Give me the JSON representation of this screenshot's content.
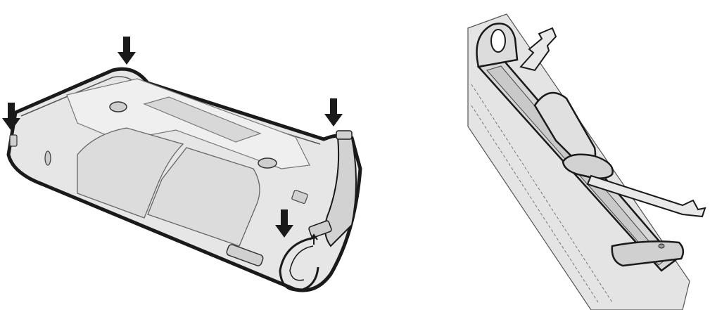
{
  "figure": {
    "left_panel": {
      "subject": "tablet-rear-with-protective-boot",
      "arrow_count": 4
    },
    "right_panel": {
      "subject": "hand-strap-detail"
    },
    "colors": {
      "outline": "#1a1a1a",
      "shell_fill": "#e6e6e6",
      "panel_fill": "#dcdcdc",
      "arrow": "#1a1a1a",
      "background": "#ffffff"
    },
    "icons": [
      "down-arrow-icon",
      "up-arrow-icon"
    ]
  }
}
